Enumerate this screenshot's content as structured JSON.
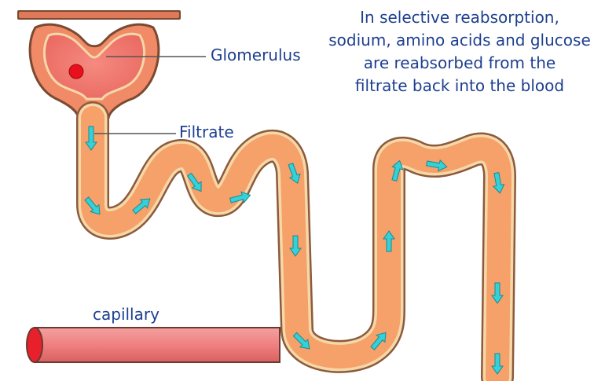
{
  "caption": {
    "line1": "In selective reabsorption,",
    "line2": "sodium, amino acids and glucose",
    "line3": "are reabsorbed from the",
    "line4": "filtrate back into the blood"
  },
  "labels": {
    "glomerulus": "Glomerulus",
    "filtrate": "Filtrate",
    "capillary": "capillary"
  },
  "colors": {
    "text": "#1d3f8f",
    "tubule_outline": "#8c5a3c",
    "tubule_wall": "#f5d8a8",
    "tubule_fill": "#f6a06a",
    "capsule_fill": "#f18a66",
    "glomerulus_fill": "#f07a72",
    "blood_dot": "#e8101c",
    "flow_arrow": "#33d1d8",
    "capillary_fill": "#f08080",
    "capillary_end": "#e8202c"
  },
  "icons": {
    "flow": "flow-arrow-icon"
  }
}
